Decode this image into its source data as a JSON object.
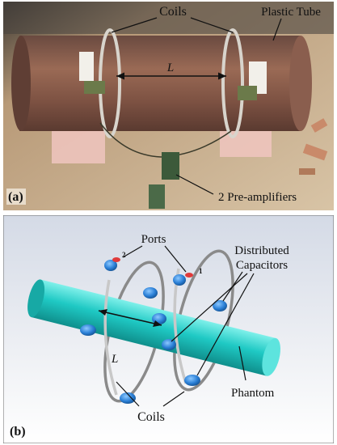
{
  "panel_a": {
    "tag": "(a)",
    "coils_label": "Coils",
    "tube_label": "Plastic Tube",
    "length_label": "L",
    "preamp_label": "2 Pre-amplifiers"
  },
  "panel_b": {
    "tag": "(b)",
    "ports_label": "Ports",
    "port_1": "1",
    "port_2": "2",
    "capacitors_label_1": "Distributed",
    "capacitors_label_2": "Capacitors",
    "length_label": "L",
    "phantom_label": "Phantom",
    "coils_label": "Coils"
  },
  "colors": {
    "tube": "#8a5a48",
    "table": "#c9b08c",
    "phantom": "#1fc9c4",
    "capacitor": "#2a7fd6",
    "port": "#e03a3a"
  }
}
